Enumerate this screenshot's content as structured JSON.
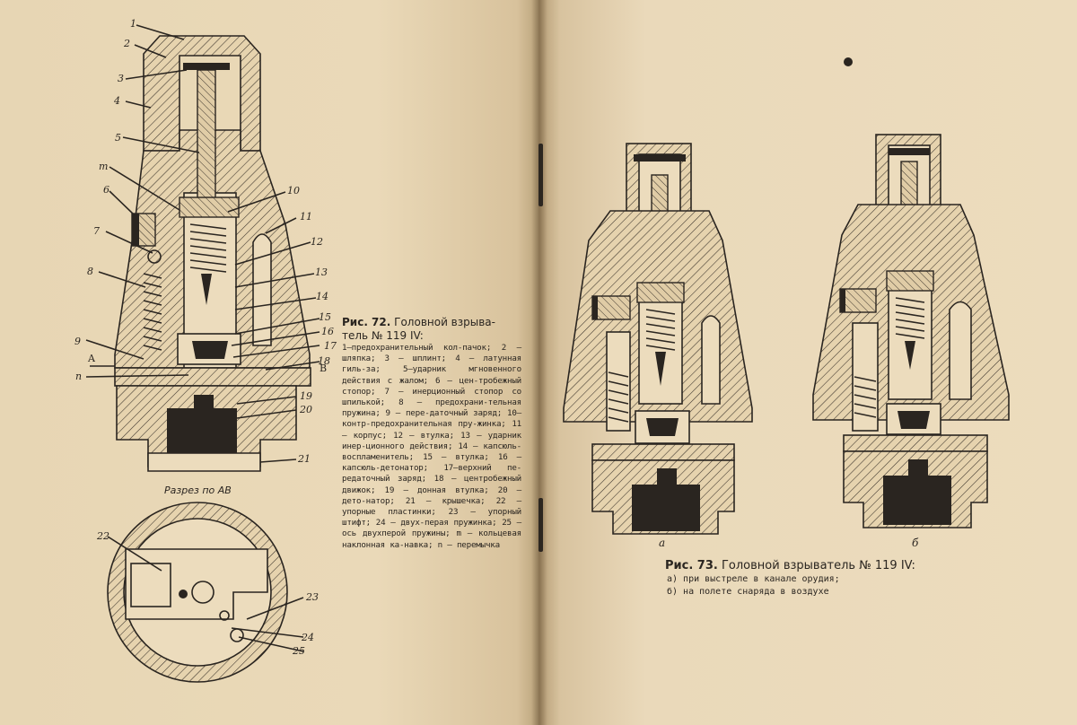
{
  "fig72": {
    "title_prefix": "Рис. 72.",
    "title_text": "Головной взрыва-тель № 119 IV:",
    "legend": "1—предохранительный кол-пачок; 2 — шляпка; 3 — шплинт; 4 — латунная гиль-за; 5—ударник мгновенного действия с жалом; 6 — цен-тробежный стопор; 7 — инерционный стопор со шпилькой; 8 — предохрани-тельная пружина; 9 — пере-даточный заряд; 10—контр-предохранительная пру-жинка; 11 — корпус; 12 — втулка; 13 — ударник инер-ционного действия; 14 — капсюль-воспламенитель; 15 — втулка; 16 — капсюль-детонатор; 17—верхний пе-редаточный заряд; 18 — центробежный движок; 19 — донная втулка; 20 — дето-натор; 21 — крышечка; 22 — упорные пластинки; 23 — упорный штифт; 24 — двух-перая пружинка; 25 — ось двухперой пружины; m — кольцевая наклонная ка-навка; n — перемычка",
    "section_label": "Разрез по АВ",
    "labels": [
      "1",
      "2",
      "3",
      "4",
      "5",
      "m",
      "6",
      "7",
      "8",
      "9",
      "A",
      "n",
      "10",
      "11",
      "12",
      "13",
      "14",
      "15",
      "16",
      "17",
      "18",
      "B",
      "19",
      "20",
      "21",
      "22",
      "23",
      "24",
      "25"
    ]
  },
  "fig73": {
    "title_prefix": "Рис. 73.",
    "title_text": "Головной взрыватель № 119 IV:",
    "line_a": "а) при выстреле в канале орудия;",
    "line_b": "б) на полете снаряда в воздухе",
    "sub_a": "а",
    "sub_b": "б"
  }
}
